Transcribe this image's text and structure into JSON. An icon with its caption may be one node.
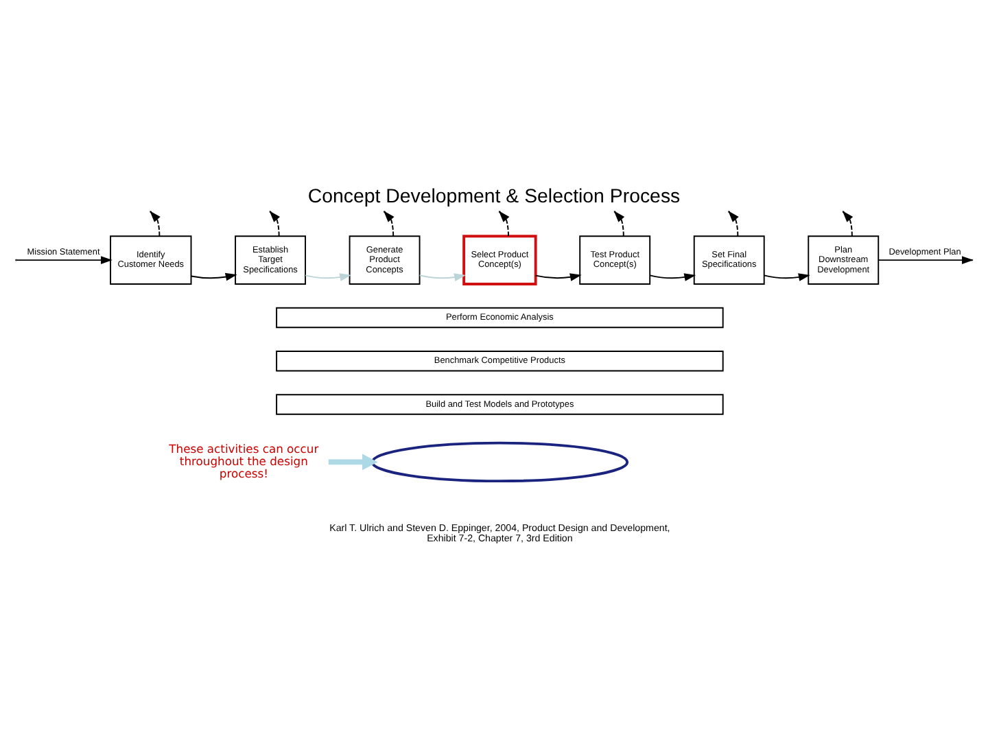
{
  "diagram": {
    "title": "Concept Development & Selection Process",
    "nodes": [
      {
        "text": [
          "Identify Customer Needs"
        ]
      },
      {
        "text": [
          "Establish Target Specifications"
        ]
      },
      {
        "text": [
          "Generate Product Concepts"
        ]
      },
      {
        "text": [
          "Select Product Concept(s)"
        ]
      },
      {
        "text": [
          "Test Product Concept(s)"
        ]
      },
      {
        "text": [
          "Set Final Specifications"
        ]
      },
      {
        "text": [
          "Plan Downstream Development"
        ]
      },
      {
        "text": [
          "Perform Economic Analysis"
        ]
      },
      {
        "text": [
          "Benchmark Competitive Products"
        ]
      },
      {
        "text": [
          "Build and Test Models and Prototypes"
        ]
      },
      {
        "text": [],
        "shape": "ellipse"
      },
      {
        "text": [
          "These activities can occur throughout the design process!"
        ]
      }
    ],
    "edges": [
      {
        "from": null,
        "to": 0,
        "arrow": "to",
        "label": "Mission Statement"
      },
      {
        "from": 0,
        "to": 1,
        "arrow": "to"
      },
      {
        "from": 1,
        "to": 2,
        "arrow": "to",
        "color": "#bcd4d8"
      },
      {
        "from": 2,
        "to": 3,
        "arrow": "to",
        "color": "#bcd4d8"
      },
      {
        "from": 3,
        "to": 4,
        "arrow": "to"
      },
      {
        "from": 4,
        "to": 5,
        "arrow": "to"
      },
      {
        "from": 5,
        "to": 6,
        "arrow": "to"
      },
      {
        "from": 6,
        "to": null,
        "arrow": "to",
        "label": "Development Plan"
      },
      {
        "from": 0,
        "to": null,
        "arrow": "to",
        "style": "dashed"
      },
      {
        "from": 1,
        "to": null,
        "arrow": "to",
        "style": "dashed"
      },
      {
        "from": 2,
        "to": null,
        "arrow": "to",
        "style": "dashed"
      },
      {
        "from": 3,
        "to": null,
        "arrow": "to",
        "style": "dashed"
      },
      {
        "from": 4,
        "to": null,
        "arrow": "to",
        "style": "dashed"
      },
      {
        "from": 5,
        "to": null,
        "arrow": "to",
        "style": "dashed"
      },
      {
        "from": 6,
        "to": null,
        "arrow": "to",
        "style": "dashed"
      },
      {
        "from": 11,
        "to": 10,
        "arrow": "to",
        "style": "thick",
        "color": "#add8e6"
      }
    ],
    "labels": [
      "Karl T. Ulrich and Steven D. Eppinger, 2004, Product Design and Development, Exhibit 7-2, Chapter 7, 3rd Edition"
    ]
  }
}
